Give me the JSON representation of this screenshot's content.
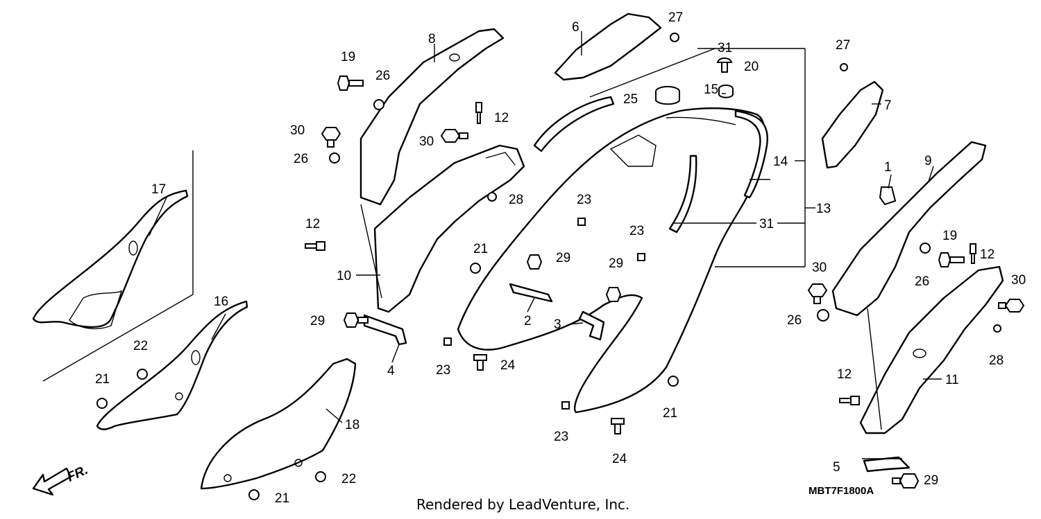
{
  "diagram": {
    "code": "MBT7F1800A",
    "direction_label": "FR.",
    "credit": "Rendered by LeadVenture, Inc."
  },
  "callouts": [
    {
      "id": "c1",
      "num": "1"
    },
    {
      "id": "c2",
      "num": "2"
    },
    {
      "id": "c3",
      "num": "3"
    },
    {
      "id": "c4",
      "num": "4"
    },
    {
      "id": "c5",
      "num": "5"
    },
    {
      "id": "c6",
      "num": "6"
    },
    {
      "id": "c7",
      "num": "7"
    },
    {
      "id": "c8",
      "num": "8"
    },
    {
      "id": "c9",
      "num": "9"
    },
    {
      "id": "c10",
      "num": "10"
    },
    {
      "id": "c11",
      "num": "11"
    },
    {
      "id": "c12a",
      "num": "12"
    },
    {
      "id": "c12b",
      "num": "12"
    },
    {
      "id": "c12c",
      "num": "12"
    },
    {
      "id": "c12d",
      "num": "12"
    },
    {
      "id": "c13",
      "num": "13"
    },
    {
      "id": "c14",
      "num": "14"
    },
    {
      "id": "c15",
      "num": "15"
    },
    {
      "id": "c16",
      "num": "16"
    },
    {
      "id": "c17",
      "num": "17"
    },
    {
      "id": "c18",
      "num": "18"
    },
    {
      "id": "c19a",
      "num": "19"
    },
    {
      "id": "c19b",
      "num": "19"
    },
    {
      "id": "c20",
      "num": "20"
    },
    {
      "id": "c21a",
      "num": "21"
    },
    {
      "id": "c21b",
      "num": "21"
    },
    {
      "id": "c21c",
      "num": "21"
    },
    {
      "id": "c21d",
      "num": "21"
    },
    {
      "id": "c22a",
      "num": "22"
    },
    {
      "id": "c22b",
      "num": "22"
    },
    {
      "id": "c23a",
      "num": "23"
    },
    {
      "id": "c23b",
      "num": "23"
    },
    {
      "id": "c23c",
      "num": "23"
    },
    {
      "id": "c23d",
      "num": "23"
    },
    {
      "id": "c24a",
      "num": "24"
    },
    {
      "id": "c24b",
      "num": "24"
    },
    {
      "id": "c25",
      "num": "25"
    },
    {
      "id": "c26a",
      "num": "26"
    },
    {
      "id": "c26b",
      "num": "26"
    },
    {
      "id": "c26c",
      "num": "26"
    },
    {
      "id": "c26d",
      "num": "26"
    },
    {
      "id": "c27a",
      "num": "27"
    },
    {
      "id": "c27b",
      "num": "27"
    },
    {
      "id": "c28a",
      "num": "28"
    },
    {
      "id": "c28b",
      "num": "28"
    },
    {
      "id": "c29a",
      "num": "29"
    },
    {
      "id": "c29b",
      "num": "29"
    },
    {
      "id": "c29c",
      "num": "29"
    },
    {
      "id": "c29d",
      "num": "29"
    },
    {
      "id": "c30a",
      "num": "30"
    },
    {
      "id": "c30b",
      "num": "30"
    },
    {
      "id": "c30c",
      "num": "30"
    },
    {
      "id": "c30d",
      "num": "30"
    },
    {
      "id": "c31a",
      "num": "31"
    },
    {
      "id": "c31b",
      "num": "31"
    }
  ]
}
